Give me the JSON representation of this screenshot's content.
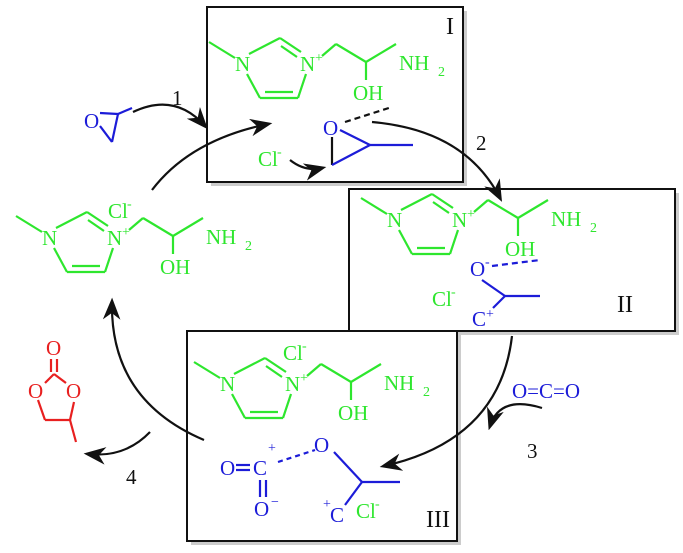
{
  "colors": {
    "cation": "#2ee62e",
    "reactant": "#1c1cd8",
    "product": "#e82020",
    "frame": "#111111"
  },
  "cation": {
    "n1": "N",
    "n3": "N",
    "plus": "+",
    "nh2": "NH",
    "sub2": "2",
    "oh": "OH",
    "anion": "Cl",
    "minus": "-"
  },
  "boxes": {
    "I": "I",
    "II": "II",
    "III": "III"
  },
  "steps": {
    "s1": "1",
    "s2": "2",
    "s3": "3",
    "s4": "4"
  },
  "atoms": {
    "O": "O",
    "C": "C",
    "plus": "+",
    "minus": "−",
    "co2": "O=C=O"
  }
}
